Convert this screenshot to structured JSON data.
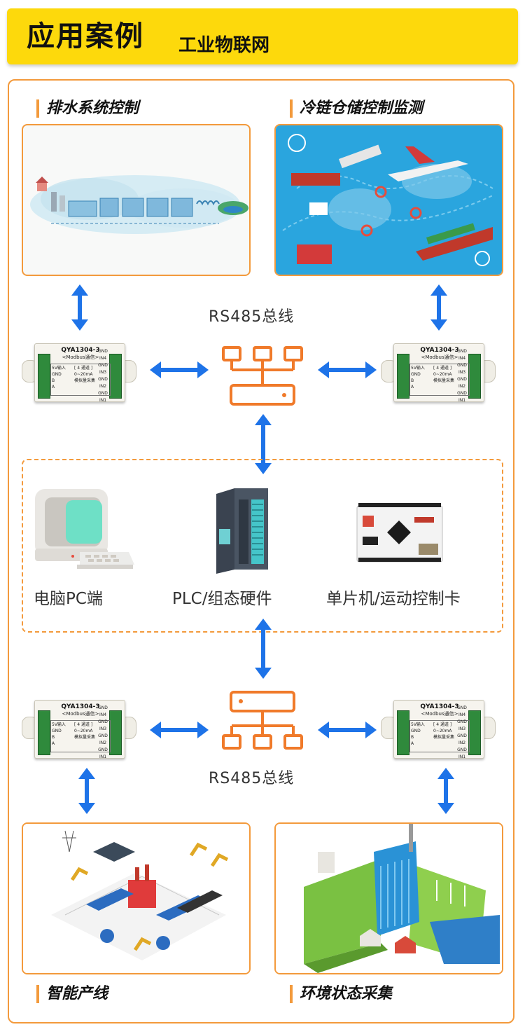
{
  "header": {
    "title": "应用案例",
    "subtitle": "工业物联网"
  },
  "sections": {
    "drainage": "排水系统控制",
    "cold_chain": "冷链仓储控制监测",
    "production_line": "智能产线",
    "environment": "环境状态采集"
  },
  "bus_top": "RS485总线",
  "bus_bottom": "RS485总线",
  "hosts": {
    "pc": "电脑PC端",
    "plc": "PLC/组态硬件",
    "mcu": "单片机/运动控制卡"
  },
  "module": {
    "name": "QYA1304-3",
    "sub": "<Modbus通信>",
    "left_pins": [
      "5V输入",
      "GND",
      "B",
      "A"
    ],
    "right_text": [
      "[ 4 通道 ]",
      "0~20mA",
      "模拟量采集"
    ],
    "pins": [
      "GND",
      "IN4",
      "GND",
      "IN3",
      "GND",
      "IN2",
      "GND",
      "IN1"
    ]
  },
  "colors": {
    "accent": "#f39a3c",
    "header_bg": "#fdd90c",
    "arrow": "#1e73e8",
    "bus_icon": "#f07a2a"
  }
}
